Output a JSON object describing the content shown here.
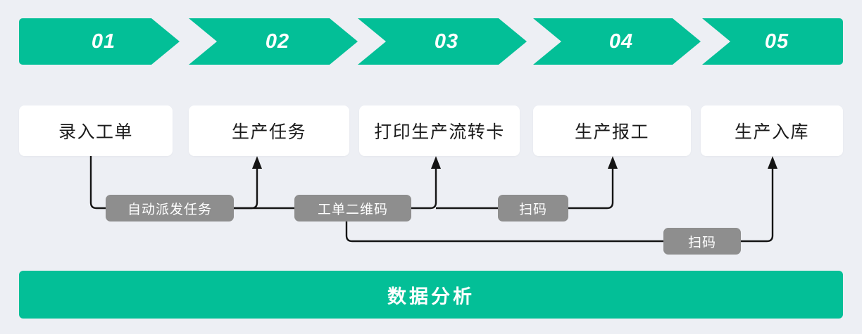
{
  "background_color": "#edeff4",
  "accent_color": "#03bf97",
  "pill_color": "#8e8e8e",
  "line_color": "#141414",
  "steps": [
    {
      "number": "01",
      "shape": "chevron-start"
    },
    {
      "number": "02",
      "shape": "chevron-middle"
    },
    {
      "number": "03",
      "shape": "chevron-middle"
    },
    {
      "number": "04",
      "shape": "chevron-middle"
    },
    {
      "number": "05",
      "shape": "chevron-end"
    }
  ],
  "cards": [
    {
      "label": "录入工单"
    },
    {
      "label": "生产任务"
    },
    {
      "label": "打印生产流转卡"
    },
    {
      "label": "生产报工"
    },
    {
      "label": "生产入库"
    }
  ],
  "connector_labels": [
    {
      "label": "自动派发任务"
    },
    {
      "label": "工单二维码"
    },
    {
      "label": "扫码"
    },
    {
      "label": "扫码"
    }
  ],
  "footer": {
    "label": "数据分析"
  }
}
